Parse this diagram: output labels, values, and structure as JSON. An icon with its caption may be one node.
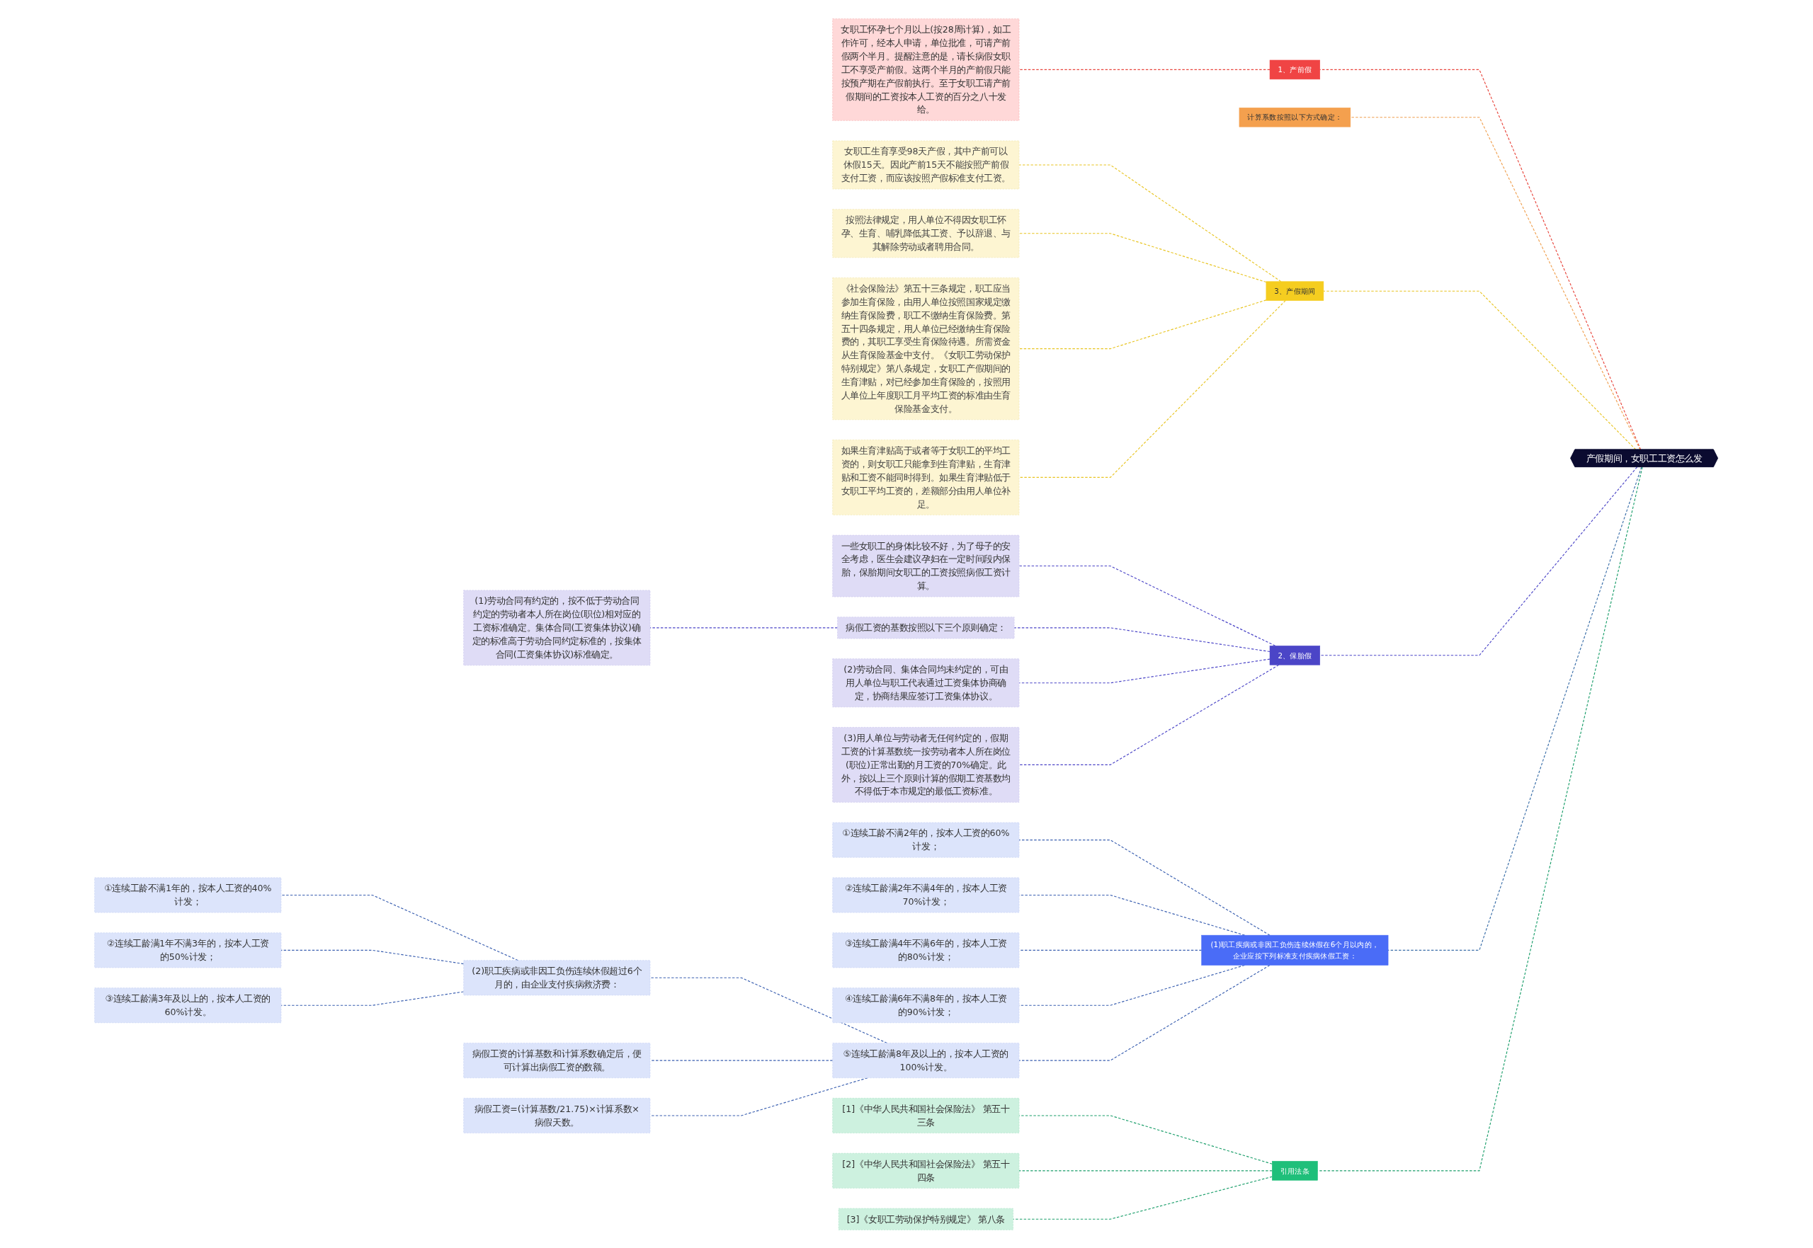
{
  "diagram": {
    "nodes": [
      {
        "text": [
          "产假期间，女职工工资怎么发"
        ]
      },
      {
        "text": [
          "1、产前假"
        ]
      },
      {
        "text": [
          "女职工怀孕七个月以上(按28周计算)，如工作许可，经本人申请，单位批准，可请产前假两个半月。提醒注意的是，请长病假女职工不享受产前假。这两个半月的产前假只能按预产期在产假前执行。至于女职工请产前假期间的工资按本人工资的百分之八十发给。"
        ]
      },
      {
        "text": [
          "计算系数按照以下方式确定："
        ]
      },
      {
        "text": [
          "3、产假期间"
        ]
      },
      {
        "text": [
          "女职工生育享受98天产假，其中产前可以休假15天。因此产前15天不能按照产前假支付工资，而应该按照产假标准支付工资。"
        ]
      },
      {
        "text": [
          "按照法律规定，用人单位不得因女职工怀孕、生育、哺乳降低其工资、予以辞退、与其解除劳动或者聘用合同。"
        ]
      },
      {
        "text": [
          "《社会保险法》第五十三条规定，职工应当参加生育保险，由用人单位按照国家规定缴纳生育保险费，职工不缴纳生育保险费。第五十四条规定，用人单位已经缴纳生育保险费的，其职工享受生育保险待遇。所需资金从生育保险基金中支付。《女职工劳动保护特别规定》第八条规定，女职工产假期间的生育津贴，对已经参加生育保险的，按照用人单位上年度职工月平均工资的标准由生育保险基金支付。"
        ]
      },
      {
        "text": [
          "如果生育津贴高于或者等于女职工的平均工资的，则女职工只能拿到生育津贴，生育津贴和工资不能同时得到。如果生育津贴低于女职工平均工资的，差额部分由用人单位补足。"
        ]
      },
      {
        "text": [
          "2、保胎假"
        ]
      },
      {
        "text": [
          "一些女职工的身体比较不好，为了母子的安全考虑，医生会建议孕妇在一定时间段内保胎，保胎期间女职工的工资按照病假工资计算。"
        ]
      },
      {
        "text": [
          "病假工资的基数按照以下三个原则确定："
        ]
      },
      {
        "text": [
          "(1)劳动合同有约定的，按不低于劳动合同约定的劳动者本人所在岗位(职位)相对应的工资标准确定。集体合同(工资集体协议)确定的标准高于劳动合同约定标准的，按集体合同(工资集体协议)标准确定。"
        ]
      },
      {
        "text": [
          "(2)劳动合同、集体合同均未约定的，可由用人单位与职工代表通过工资集体协商确定，协商结果应签订工资集体协议。"
        ]
      },
      {
        "text": [
          "(3)用人单位与劳动者无任何约定的，假期工资的计算基数统一按劳动者本人所在岗位(职位)正常出勤的月工资的70%确定。此外，按以上三个原则计算的假期工资基数均不得低于本市规定的最低工资标准。"
        ]
      },
      {
        "text": [
          "(1)职工疾病或非因工负伤连续休假在6个月以内的，企业应按下列标准支付疾病休假工资："
        ]
      },
      {
        "text": [
          "①连续工龄不满2年的，按本人工资的60%计发；"
        ]
      },
      {
        "text": [
          "②连续工龄满2年不满4年的，按本人工资70%计发；"
        ]
      },
      {
        "text": [
          "③连续工龄满4年不满6年的，按本人工资的80%计发；"
        ]
      },
      {
        "text": [
          "④连续工龄满6年不满8年的，按本人工资的90%计发；"
        ]
      },
      {
        "text": [
          "⑤连续工龄满8年及以上的，按本人工资的100%计发。"
        ]
      },
      {
        "text": [
          "(2)职工疾病或非因工负伤连续休假超过6个月的，由企业支付疾病救济费："
        ]
      },
      {
        "text": [
          "①连续工龄不满1年的，按本人工资的40%计发；"
        ]
      },
      {
        "text": [
          "②连续工龄满1年不满3年的，按本人工资的50%计发；"
        ]
      },
      {
        "text": [
          "③连续工龄满3年及以上的，按本人工资的60%计发。"
        ]
      },
      {
        "text": [
          "病假工资的计算基数和计算系数确定后，便可计算出病假工资的数额。"
        ]
      },
      {
        "text": [
          "病假工资=(计算基数/21.75)×计算系数×病假天数。"
        ]
      },
      {
        "text": [
          "引用法条"
        ]
      },
      {
        "text": [
          "[1]《中华人民共和国社会保险法》 第五十三条"
        ]
      },
      {
        "text": [
          "[2]《中华人民共和国社会保险法》 第五十四条"
        ]
      },
      {
        "text": [
          "[3]《女职工劳动保护特别规定》 第八条"
        ]
      }
    ],
    "edges": [
      {
        "from": 0,
        "to": 1,
        "arrow": "none",
        "style": "dashed",
        "color": "#e8453c"
      },
      {
        "from": 1,
        "to": 2,
        "arrow": "none",
        "style": "dashed",
        "color": "#e8453c"
      },
      {
        "from": 0,
        "to": 3,
        "arrow": "none",
        "style": "dashed",
        "color": "#f0a050"
      },
      {
        "from": 0,
        "to": 4,
        "arrow": "none",
        "style": "dashed",
        "color": "#e8c420"
      },
      {
        "from": 4,
        "to": 5,
        "arrow": "none",
        "style": "dashed",
        "color": "#e8c420"
      },
      {
        "from": 4,
        "to": 6,
        "arrow": "none",
        "style": "dashed",
        "color": "#e8c420"
      },
      {
        "from": 4,
        "to": 7,
        "arrow": "none",
        "style": "dashed",
        "color": "#e8c420"
      },
      {
        "from": 4,
        "to": 8,
        "arrow": "none",
        "style": "dashed",
        "color": "#e8c420"
      },
      {
        "from": 0,
        "to": 9,
        "arrow": "none",
        "style": "dashed",
        "color": "#4b45c7"
      },
      {
        "from": 9,
        "to": 10,
        "arrow": "none",
        "style": "dashed",
        "color": "#4b45c7"
      },
      {
        "from": 9,
        "to": 11,
        "arrow": "none",
        "style": "dashed",
        "color": "#4b45c7"
      },
      {
        "from": 11,
        "to": 12,
        "arrow": "none",
        "style": "dashed",
        "color": "#4b45c7"
      },
      {
        "from": 9,
        "to": 13,
        "arrow": "none",
        "style": "dashed",
        "color": "#4b45c7"
      },
      {
        "from": 9,
        "to": 14,
        "arrow": "none",
        "style": "dashed",
        "color": "#4b45c7"
      },
      {
        "from": 0,
        "to": 15,
        "arrow": "none",
        "style": "dashed",
        "color": "#3a6ea8"
      },
      {
        "from": 15,
        "to": 16,
        "arrow": "none",
        "style": "dashed",
        "color": "#3a5fb0"
      },
      {
        "from": 15,
        "to": 17,
        "arrow": "none",
        "style": "dashed",
        "color": "#3a5fb0"
      },
      {
        "from": 15,
        "to": 18,
        "arrow": "none",
        "style": "dashed",
        "color": "#3a5fb0"
      },
      {
        "from": 15,
        "to": 19,
        "arrow": "none",
        "style": "dashed",
        "color": "#3a5fb0"
      },
      {
        "from": 15,
        "to": 20,
        "arrow": "none",
        "style": "dashed",
        "color": "#3a5fb0"
      },
      {
        "from": 20,
        "to": 21,
        "arrow": "none",
        "style": "dashed",
        "color": "#3a5fb0"
      },
      {
        "from": 21,
        "to": 22,
        "arrow": "none",
        "style": "dashed",
        "color": "#3a5fb0"
      },
      {
        "from": 21,
        "to": 23,
        "arrow": "none",
        "style": "dashed",
        "color": "#3a5fb0"
      },
      {
        "from": 21,
        "to": 24,
        "arrow": "none",
        "style": "dashed",
        "color": "#3a5fb0"
      },
      {
        "from": 20,
        "to": 25,
        "arrow": "none",
        "style": "dashed",
        "color": "#3a5fb0"
      },
      {
        "from": 20,
        "to": 26,
        "arrow": "none",
        "style": "dashed",
        "color": "#3a5fb0"
      },
      {
        "from": 0,
        "to": 27,
        "arrow": "none",
        "style": "dashed",
        "color": "#1a9e6a"
      },
      {
        "from": 27,
        "to": 28,
        "arrow": "none",
        "style": "dashed",
        "color": "#1a9e6a"
      },
      {
        "from": 27,
        "to": 29,
        "arrow": "none",
        "style": "dashed",
        "color": "#1a9e6a"
      },
      {
        "from": 27,
        "to": 30,
        "arrow": "none",
        "style": "dashed",
        "color": "#1a9e6a"
      }
    ]
  }
}
